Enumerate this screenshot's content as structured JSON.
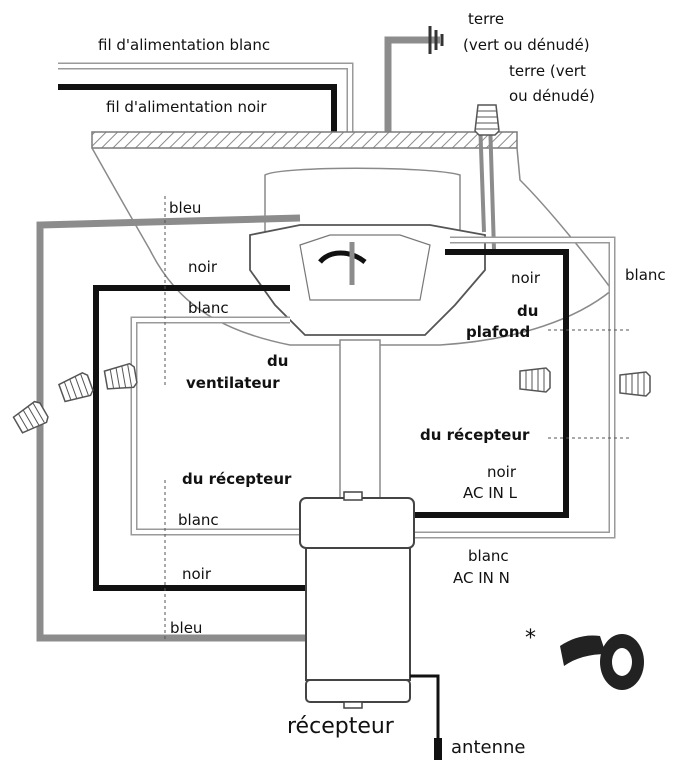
{
  "labels": {
    "white_supply": "fil d'alimentation blanc",
    "black_supply": "fil d'alimentation noir",
    "ground_title": "terre",
    "ground_sub": "(vert ou dénudé)",
    "ground2_line1": "terre (vert",
    "ground2_line2": "ou dénudé)",
    "bleu_top": "bleu",
    "noir_left": "noir",
    "blanc_left": "blanc",
    "du_ventilateur_1": "du",
    "du_ventilateur_2": "ventilateur",
    "noir_right": "noir",
    "du_plafond_1": "du",
    "du_plafond_2": "plafond",
    "blanc_right": "blanc",
    "du_recepteur_right": "du récepteur",
    "du_recepteur_left": "du récepteur",
    "noir_ac_1": "noir",
    "noir_ac_2": "AC IN L",
    "blanc_lower": "blanc",
    "blanc_ac_1": "blanc",
    "blanc_ac_2": "AC IN N",
    "noir_lower": "noir",
    "bleu_lower": "bleu",
    "recepteur": "récepteur",
    "antenne": "antenne",
    "asterisk": "*"
  },
  "colors": {
    "black_wire": "#111111",
    "blue_wire": "#8c8c8c",
    "white_wire_outline": "#9a9a9a",
    "outline": "#7a7a7a",
    "fill": "#ffffff"
  },
  "icons": {
    "ground": "ground-symbol-icon",
    "wire_nut": "wire-nut-icon",
    "tape": "electrical-tape-icon"
  }
}
